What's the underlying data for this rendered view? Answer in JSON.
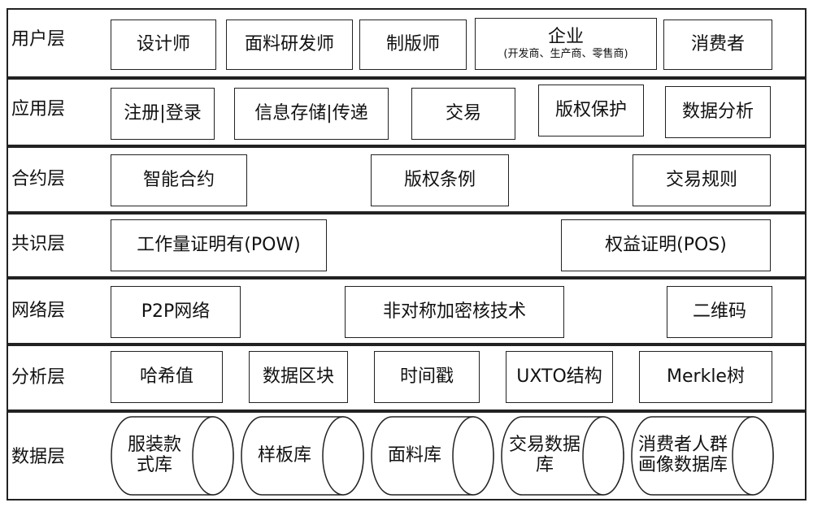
{
  "layers": [
    {
      "label": "用户层",
      "items": [
        "设计师",
        "面料研发师",
        {
          "main": "企业",
          "sub": "(开发商、生产商、零售商)"
        },
        "制版师",
        "消费者"
      ]
    },
    {
      "label": "应用层",
      "items": [
        "注册|登录",
        "信息存储|传递",
        "交易",
        "版权保护",
        "数据分析"
      ]
    },
    {
      "label": "合约层",
      "items": [
        "智能合约",
        "版权条例",
        "交易规则"
      ]
    },
    {
      "label": "共识层",
      "items": [
        "工作量证明有(POW)",
        "权益证明(POS)"
      ]
    },
    {
      "label": "网络层",
      "items": [
        "P2P网络",
        "非对称加密核技术",
        "二维码"
      ]
    },
    {
      "label": "分析层",
      "items": [
        "哈希值",
        "数据区块",
        "时间戳",
        "UXTO结构",
        "Merkle树"
      ]
    },
    {
      "label": "数据层",
      "items": [
        "服装款式库",
        "样板库",
        "面料库",
        "交易数据库",
        "消费者人群画像数据库"
      ]
    }
  ],
  "user_layer": {
    "enterprise": "企业",
    "enterprise_sub": "(开发商、生产商、零售商)"
  }
}
